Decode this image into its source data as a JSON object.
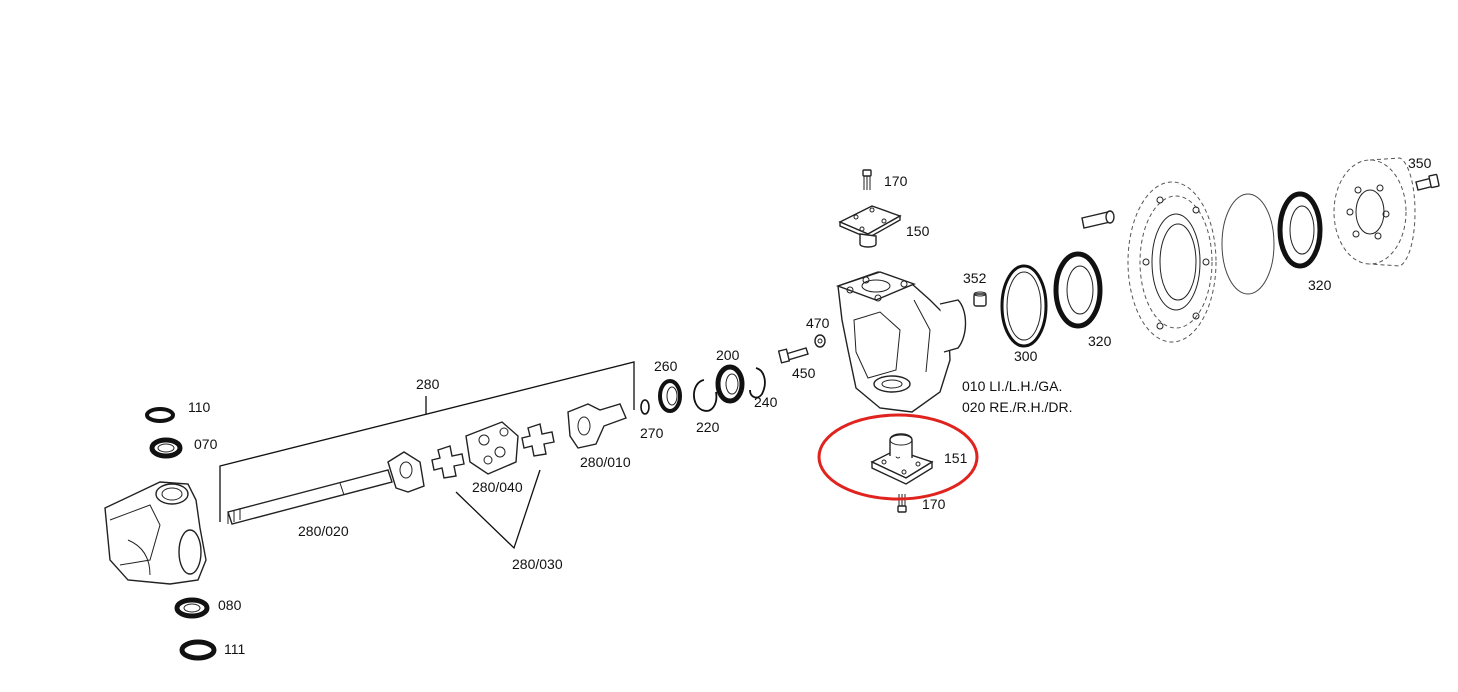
{
  "diagram": {
    "highlight_color": "#e0231e",
    "line_color": "#111111",
    "background": "#ffffff",
    "highlighted_part": "151",
    "labels": {
      "p170_top": "170",
      "p150": "150",
      "p350": "350",
      "p352": "352",
      "p320_hub": "320",
      "p320_ring": "320",
      "p300": "300",
      "p470": "470",
      "p450": "450",
      "p260": "260",
      "p200": "200",
      "p240": "240",
      "p270": "270",
      "p220": "220",
      "p280": "280",
      "p280_010": "280/010",
      "p280_040": "280/040",
      "p280_020": "280/020",
      "p280_030": "280/030",
      "p110": "110",
      "p070": "070",
      "p080": "080",
      "p111": "111",
      "p151": "151",
      "p170_bottom": "170",
      "note_010": "010 LI./L.H./GA.",
      "note_020": "020 RE./R.H./DR."
    }
  }
}
